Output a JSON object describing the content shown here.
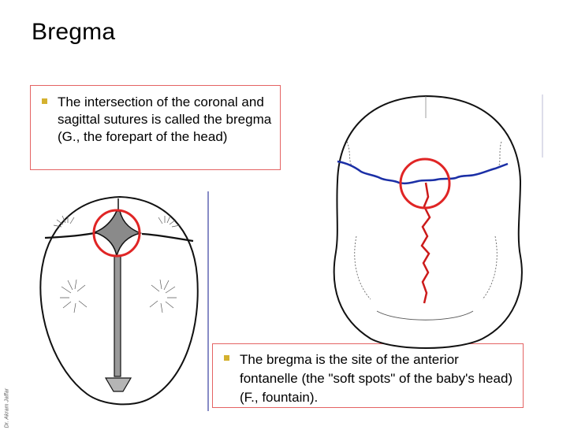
{
  "slide": {
    "title": "Bregma",
    "callout_top": "The intersection of the coronal and sagittal sutures is called the bregma (G., the forepart of the head)",
    "callout_bottom": "The bregma is the site of the anterior fontanelle (the \"soft spots\" of the baby's head) (F., fountain).",
    "author_credit": "Dr. Akram Jaffar"
  },
  "colors": {
    "suture_coronal": "#1b2fa6",
    "suture_sagittal": "#cc1a1a",
    "highlight_circle": "#e02525",
    "bullet": "#d4b12f"
  }
}
